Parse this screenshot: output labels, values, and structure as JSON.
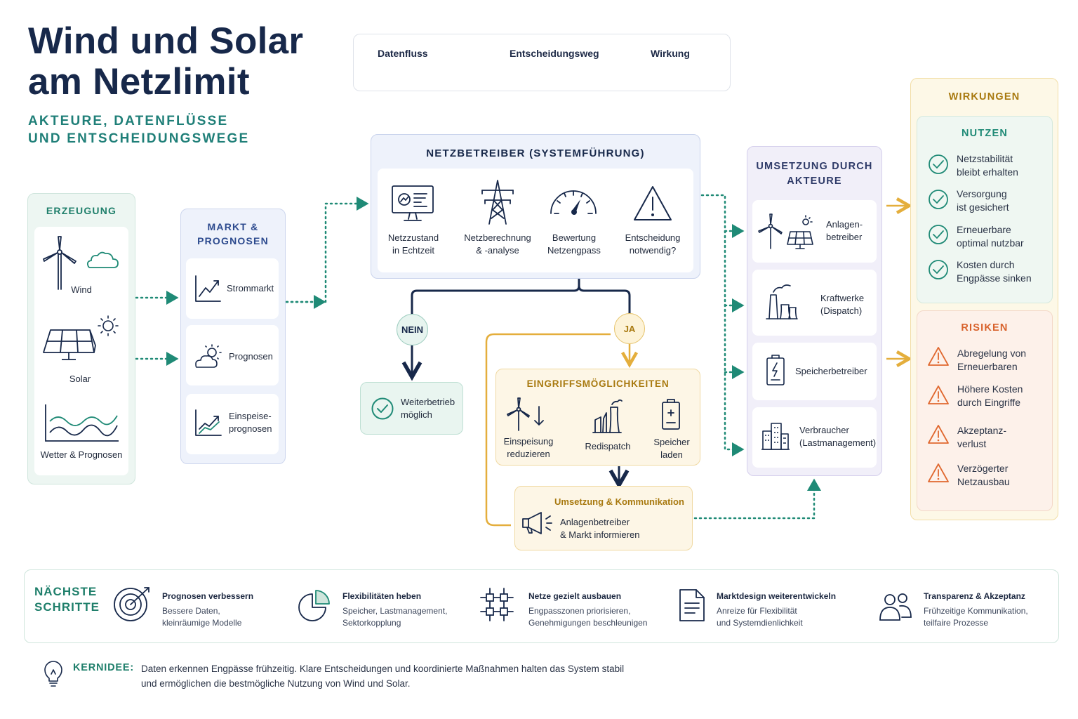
{
  "header": {
    "title_l1": "Wind und Solar",
    "title_l2": "am Netzlimit",
    "sub_l1": "AKTEURE, DATENFLÜSSE",
    "sub_l2": "UND ENTSCHEIDUNGSWEGE"
  },
  "legend": {
    "datenfluss": "Datenfluss",
    "entscheidung": "Entscheidungsweg",
    "wirkung": "Wirkung"
  },
  "erzeugung": {
    "title": "ERZEUGUNG",
    "wind": "Wind",
    "solar": "Solar",
    "wetter": "Wetter & Prognosen"
  },
  "markt": {
    "title_l1": "MARKT &",
    "title_l2": "PROGNOSEN",
    "strommarkt": "Strommarkt",
    "prognosen": "Prognosen",
    "einspeise_l1": "Einspeise-",
    "einspeise_l2": "prognosen"
  },
  "netz": {
    "title": "NETZBETREIBER (SYSTEMFÜHRUNG)",
    "i1_l1": "Netzzustand",
    "i1_l2": "in Echtzeit",
    "i2_l1": "Netzberechnung",
    "i2_l2": "& -analyse",
    "i3_l1": "Bewertung",
    "i3_l2": "Netzengpass",
    "i4_l1": "Entscheidung",
    "i4_l2": "notwendig?"
  },
  "decision": {
    "nein": "NEIN",
    "ja": "JA",
    "weiter_l1": "Weiterbetrieb",
    "weiter_l2": "möglich"
  },
  "eingriff": {
    "title": "EINGRIFFSMÖGLICHKEITEN",
    "e1_l1": "Einspeisung",
    "e1_l2": "reduzieren",
    "e2": "Redispatch",
    "e3_l1": "Speicher",
    "e3_l2": "laden"
  },
  "kommunikation": {
    "title": "Umsetzung & Kommunikation",
    "l1": "Anlagenbetreiber",
    "l2": "& Markt informieren"
  },
  "umsetzung": {
    "title_l1": "UMSETZUNG DURCH",
    "title_l2": "AKTEURE",
    "a1_l1": "Anlagen-",
    "a1_l2": "betreiber",
    "a2_l1": "Kraftwerke",
    "a2_l2": "(Dispatch)",
    "a3": "Speicherbetreiber",
    "a4_l1": "Verbraucher",
    "a4_l2": "(Lastmanagement)"
  },
  "wirkungen": {
    "title": "WIRKUNGEN",
    "nutzen": "NUTZEN",
    "n1_l1": "Netzstabilität",
    "n1_l2": "bleibt erhalten",
    "n2_l1": "Versorgung",
    "n2_l2": "ist gesichert",
    "n3_l1": "Erneuerbare",
    "n3_l2": "optimal nutzbar",
    "n4_l1": "Kosten durch",
    "n4_l2": "Engpässe sinken",
    "risiken": "RISIKEN",
    "r1_l1": "Abregelung von",
    "r1_l2": "Erneuerbaren",
    "r2_l1": "Höhere Kosten",
    "r2_l2": "durch Eingriffe",
    "r3_l1": "Akzeptanz-",
    "r3_l2": "verlust",
    "r4_l1": "Verzögerter",
    "r4_l2": "Netzausbau"
  },
  "next": {
    "title_l1": "NÄCHSTE",
    "title_l2": "SCHRITTE",
    "s1_t": "Prognosen verbessern",
    "s1_d1": "Bessere Daten,",
    "s1_d2": "kleinräumige Modelle",
    "s2_t": "Flexibilitäten heben",
    "s2_d1": "Speicher, Lastmanagement,",
    "s2_d2": "Sektorkopplung",
    "s3_t": "Netze gezielt ausbauen",
    "s3_d1": "Engpasszonen priorisieren,",
    "s3_d2": "Genehmigungen beschleunigen",
    "s4_t": "Marktdesign weiterentwickeln",
    "s4_d1": "Anreize für Flexibilität",
    "s4_d2": "und Systemdienlichkeit",
    "s5_t": "Transparenz & Akzeptanz",
    "s5_d1": "Frühzeitige Kommunikation,",
    "s5_d2": "teilfaire Prozesse"
  },
  "kernidee": {
    "label": "KERNIDEE:",
    "l1": "Daten erkennen Engpässe frühzeitig. Klare Entscheidungen und koordinierte Maßnahmen halten das System stabil",
    "l2": "und ermöglichen die bestmögliche Nutzung von Wind und Solar."
  },
  "colors": {
    "teal": "#1f8a76",
    "navy": "#17284a",
    "amber": "#e4ae3c",
    "orange": "#e0682f",
    "purple": "#6a54a8"
  }
}
